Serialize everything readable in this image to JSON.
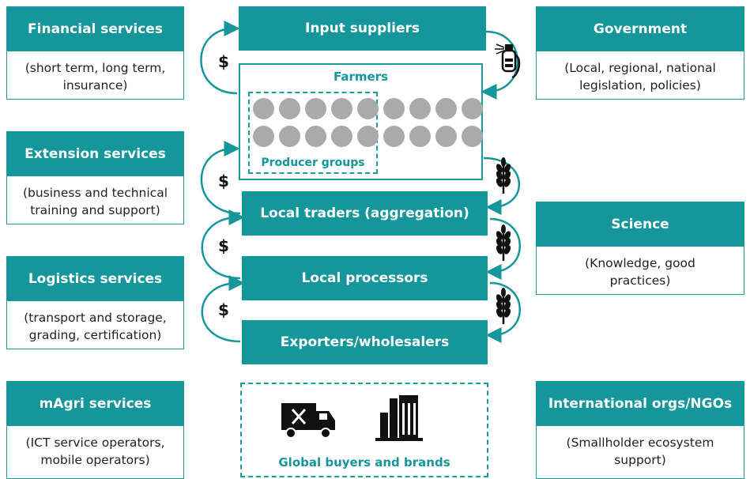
{
  "left_services": [
    {
      "title": "Financial services",
      "desc": "(short term, long term,\ninsurance)"
    },
    {
      "title": "Extension services",
      "desc": "(business and technical\ntraining and support)"
    },
    {
      "title": "Logistics services",
      "desc": "(transport and storage,\ngrading, certification)"
    },
    {
      "title": "mAgri services",
      "desc": "(ICT service operators,\nmobile operators)"
    }
  ],
  "right_actors": [
    {
      "title": "Government",
      "desc": "(Local, regional, national\nlegislation, policies)"
    },
    {
      "title": "Science",
      "desc": "(Knowledge, good\npractices)"
    },
    {
      "title": "International orgs/NGOs",
      "desc": "(Smallholder ecosystem\nsupport)"
    }
  ],
  "chain": {
    "input_suppliers": "Input suppliers",
    "farmers": "Farmers",
    "producer_groups": "Producer groups",
    "local_traders": "Local traders (aggregation)",
    "local_processors": "Local processors",
    "exporters": "Exporters/wholesalers",
    "global_buyers": "Global buyers and brands"
  },
  "money_symbol": "$",
  "icons": [
    "sprayer-icon",
    "grain-icon",
    "truck-icon",
    "factory-icon"
  ],
  "colors": {
    "teal": "#15969b",
    "dot": "#aaaaaa",
    "text": "#222222"
  }
}
